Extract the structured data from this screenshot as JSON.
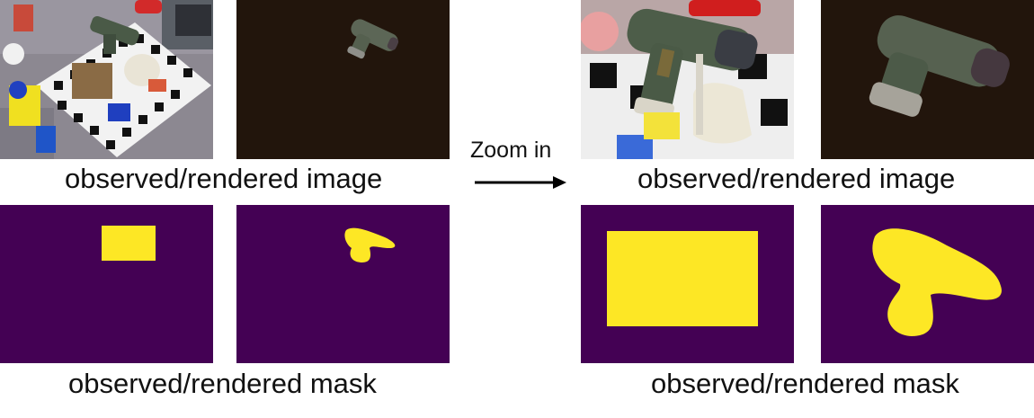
{
  "left": {
    "image_caption": "observed/rendered image",
    "mask_caption": "observed/rendered mask"
  },
  "center": {
    "arrow_label": "Zoom in"
  },
  "right": {
    "image_caption": "observed/rendered image",
    "mask_caption": "observed/rendered mask"
  },
  "colors": {
    "mask_background": "#440154",
    "mask_foreground": "#fde725",
    "render_background": "#22150c"
  }
}
